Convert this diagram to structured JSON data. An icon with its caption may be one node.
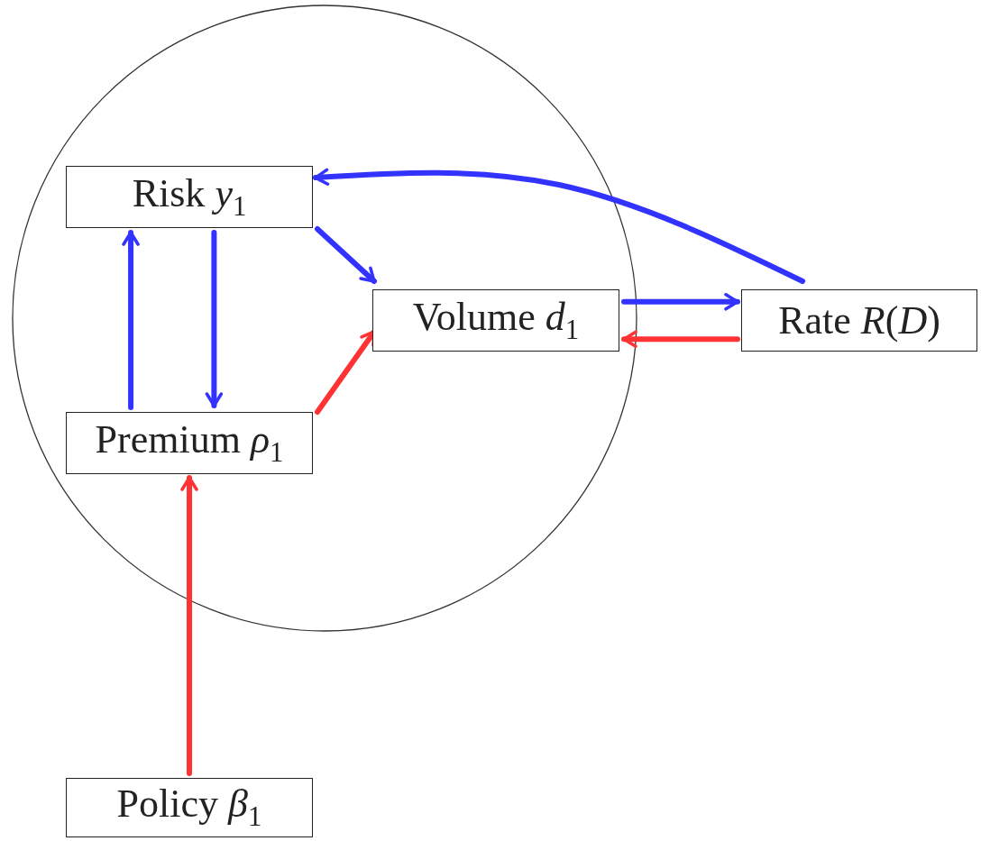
{
  "diagram": {
    "nodes": [
      {
        "text": [],
        "shape": "circle"
      },
      {
        "text": [
          "Risk *y*$_{1}$"
        ],
        "in": 0
      },
      {
        "text": [
          "Premium *ρ*$_{1}$"
        ],
        "in": 0
      },
      {
        "text": [
          "Volume *d*$_{1}$"
        ],
        "in": 0
      },
      {
        "text": [
          "Rate *R*(*D*)"
        ]
      },
      {
        "text": [
          "Policy *β*$_{1}$"
        ]
      }
    ],
    "edges": [
      {
        "from": 4,
        "to": 1,
        "arrow": "to"
      },
      {
        "from": 1,
        "to": 3,
        "arrow": "to"
      },
      {
        "from": 2,
        "to": 1,
        "arrow": "to"
      },
      {
        "from": 1,
        "to": 2,
        "arrow": "to"
      },
      {
        "from": 2,
        "to": 3,
        "arrow": "to",
        "color": "#ff3333"
      },
      {
        "from": 3,
        "to": 4,
        "arrow": "to"
      },
      {
        "from": 4,
        "to": 3,
        "arrow": "to",
        "color": "#ff3333"
      },
      {
        "from": 5,
        "to": 2,
        "arrow": "to",
        "color": "#ff3333"
      }
    ]
  }
}
